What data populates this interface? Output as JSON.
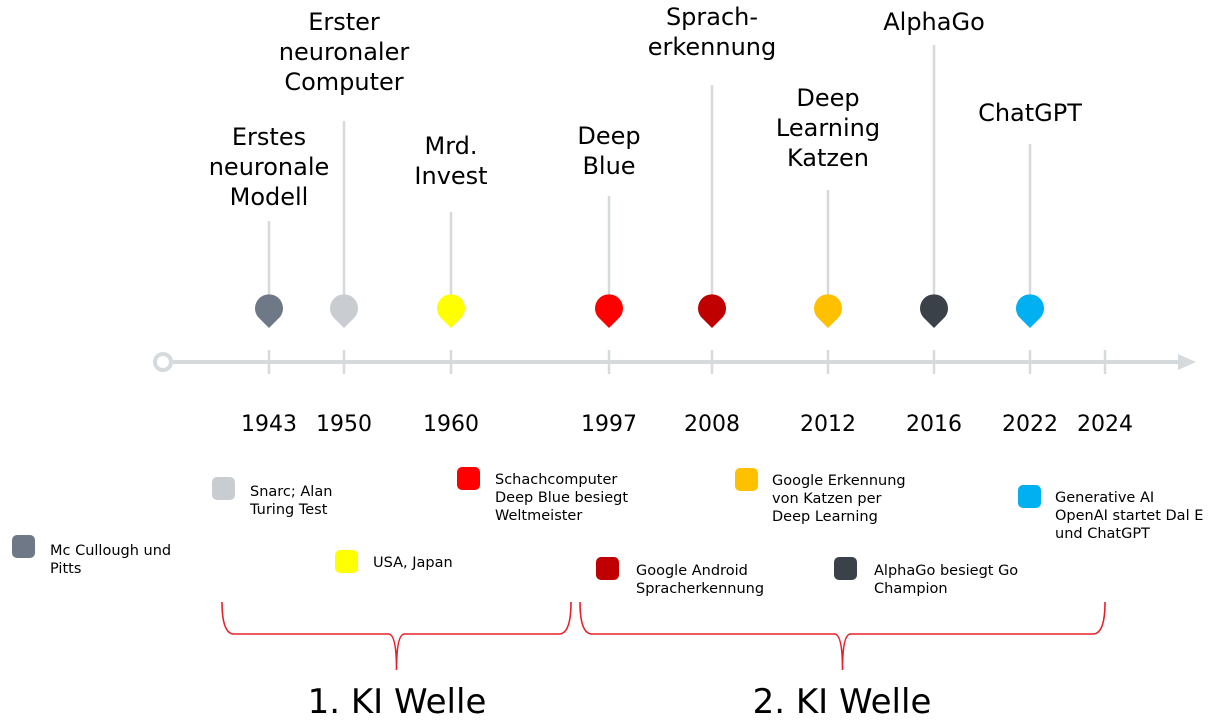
{
  "events": [
    {
      "id": "e1943",
      "year": "1943",
      "title": [
        "Erstes",
        "neuronale",
        "Modell"
      ],
      "color": "#6f7886",
      "legend": [
        "Mc Cullough und",
        "Pitts"
      ]
    },
    {
      "id": "e1950",
      "year": "1950",
      "title": [
        "Erster",
        "neuronaler",
        "Computer"
      ],
      "color": "#c9ccd0",
      "legend": [
        "Snarc; Alan",
        "Turing Test"
      ]
    },
    {
      "id": "e1960",
      "year": "1960",
      "title": [
        "Mrd.",
        "Invest"
      ],
      "color": "#ffff00",
      "legend": [
        "USA, Japan"
      ]
    },
    {
      "id": "e1997",
      "year": "1997",
      "title": [
        "Deep",
        "Blue"
      ],
      "color": "#ff0000",
      "legend": [
        "Schachcomputer",
        "Deep Blue besiegt",
        "Weltmeister"
      ]
    },
    {
      "id": "e2008",
      "year": "2008",
      "title": [
        "Sprach-",
        "erkennung"
      ],
      "color": "#c00000",
      "legend": [
        "Google Android",
        "Spracherkennung"
      ]
    },
    {
      "id": "e2012",
      "year": "2012",
      "title": [
        "Deep",
        "Learning",
        "Katzen"
      ],
      "color": "#ffc000",
      "legend": [
        "Google Erkennung",
        "von Katzen per",
        "Deep Learning"
      ]
    },
    {
      "id": "e2016",
      "year": "2016",
      "title": [
        "AlphaGo"
      ],
      "color": "#3a4148",
      "legend": [
        "AlphaGo besiegt Go",
        "Champion"
      ]
    },
    {
      "id": "e2022",
      "year": "2022",
      "title": [
        "ChatGPT"
      ],
      "color": "#00b0f0",
      "legend": [
        "Generative AI",
        "OpenAI startet Dal E",
        "und ChatGPT"
      ]
    }
  ],
  "end_year": "2024",
  "waves": [
    {
      "label": "1. KI Welle"
    },
    {
      "label": "2. KI Welle"
    }
  ],
  "colors": {
    "axis": "#d6dadd",
    "bracket": "#e8202a"
  }
}
